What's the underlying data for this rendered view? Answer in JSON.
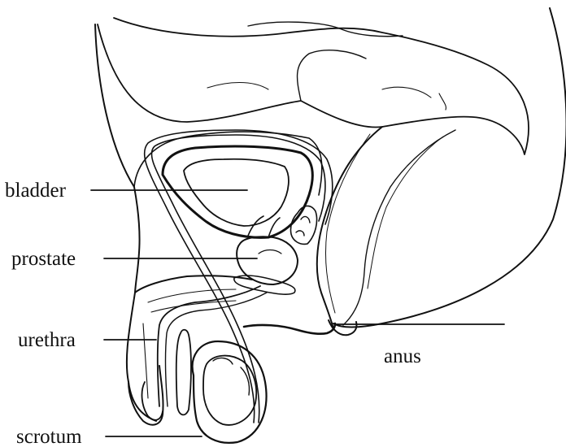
{
  "labels": {
    "bladder": "bladder",
    "prostate": "prostate",
    "urethra": "urethra",
    "scrotum": "scrotum",
    "anus": "anus"
  },
  "colors": {
    "line": "#111111",
    "background": "#ffffff"
  }
}
